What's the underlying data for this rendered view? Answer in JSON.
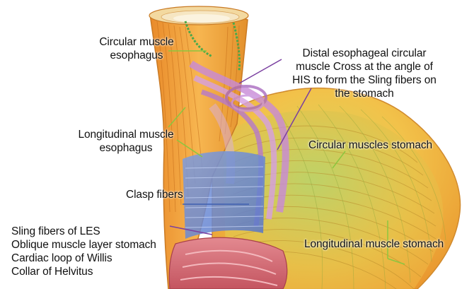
{
  "labels": {
    "circular_muscle_esophagus": [
      "Circular muscle",
      "esophagus"
    ],
    "distal_esophageal": [
      "Distal esophageal circular",
      "muscle Cross at the angle of",
      "HIS to form the Sling fibers on",
      "the stomach"
    ],
    "longitudinal_muscle_esophagus": [
      "Longitudinal muscle",
      "esophagus"
    ],
    "circular_muscles_stomach": "Circular muscles stomach",
    "clasp_fibers": "Clasp fibers",
    "lower_left_list": [
      "Sling fibers of LES",
      "Oblique muscle layer stomach",
      "Cardiac loop of Willis",
      "Collar of Helvitus"
    ],
    "longitudinal_muscle_stomach": "Longitudinal muscle stomach"
  },
  "colors": {
    "esophagus_outer": "#f0a13c",
    "stomach_gradient_start": "#f6c04a",
    "stomach_gradient_end": "#b9c95a",
    "sling_fibers": "#c98ad8",
    "clasp_fibers": "#6f8fd8",
    "mucosa": "#d9737a",
    "pointer_green": "#8cc63f",
    "pointer_purple": "#7a3fa0",
    "pointer_blue": "#3f5fb0"
  }
}
